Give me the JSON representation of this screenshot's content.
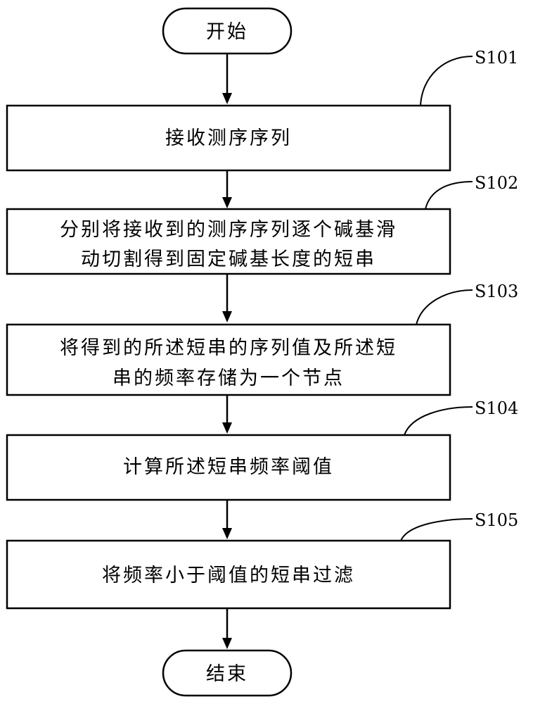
{
  "flowchart": {
    "start": {
      "label": "开始"
    },
    "end": {
      "label": "结束"
    },
    "steps": [
      {
        "id": "S101",
        "lines": [
          "接收测序序列"
        ]
      },
      {
        "id": "S102",
        "lines": [
          "分别将接收到的测序序列逐个碱基滑",
          "动切割得到固定碱基长度的短串"
        ]
      },
      {
        "id": "S103",
        "lines": [
          "将得到的所述短串的序列值及所述短",
          "串的频率存储为一个节点"
        ]
      },
      {
        "id": "S104",
        "lines": [
          "计算所述短串频率阈值"
        ]
      },
      {
        "id": "S105",
        "lines": [
          "将频率小于阈值的短串过滤"
        ]
      }
    ]
  }
}
